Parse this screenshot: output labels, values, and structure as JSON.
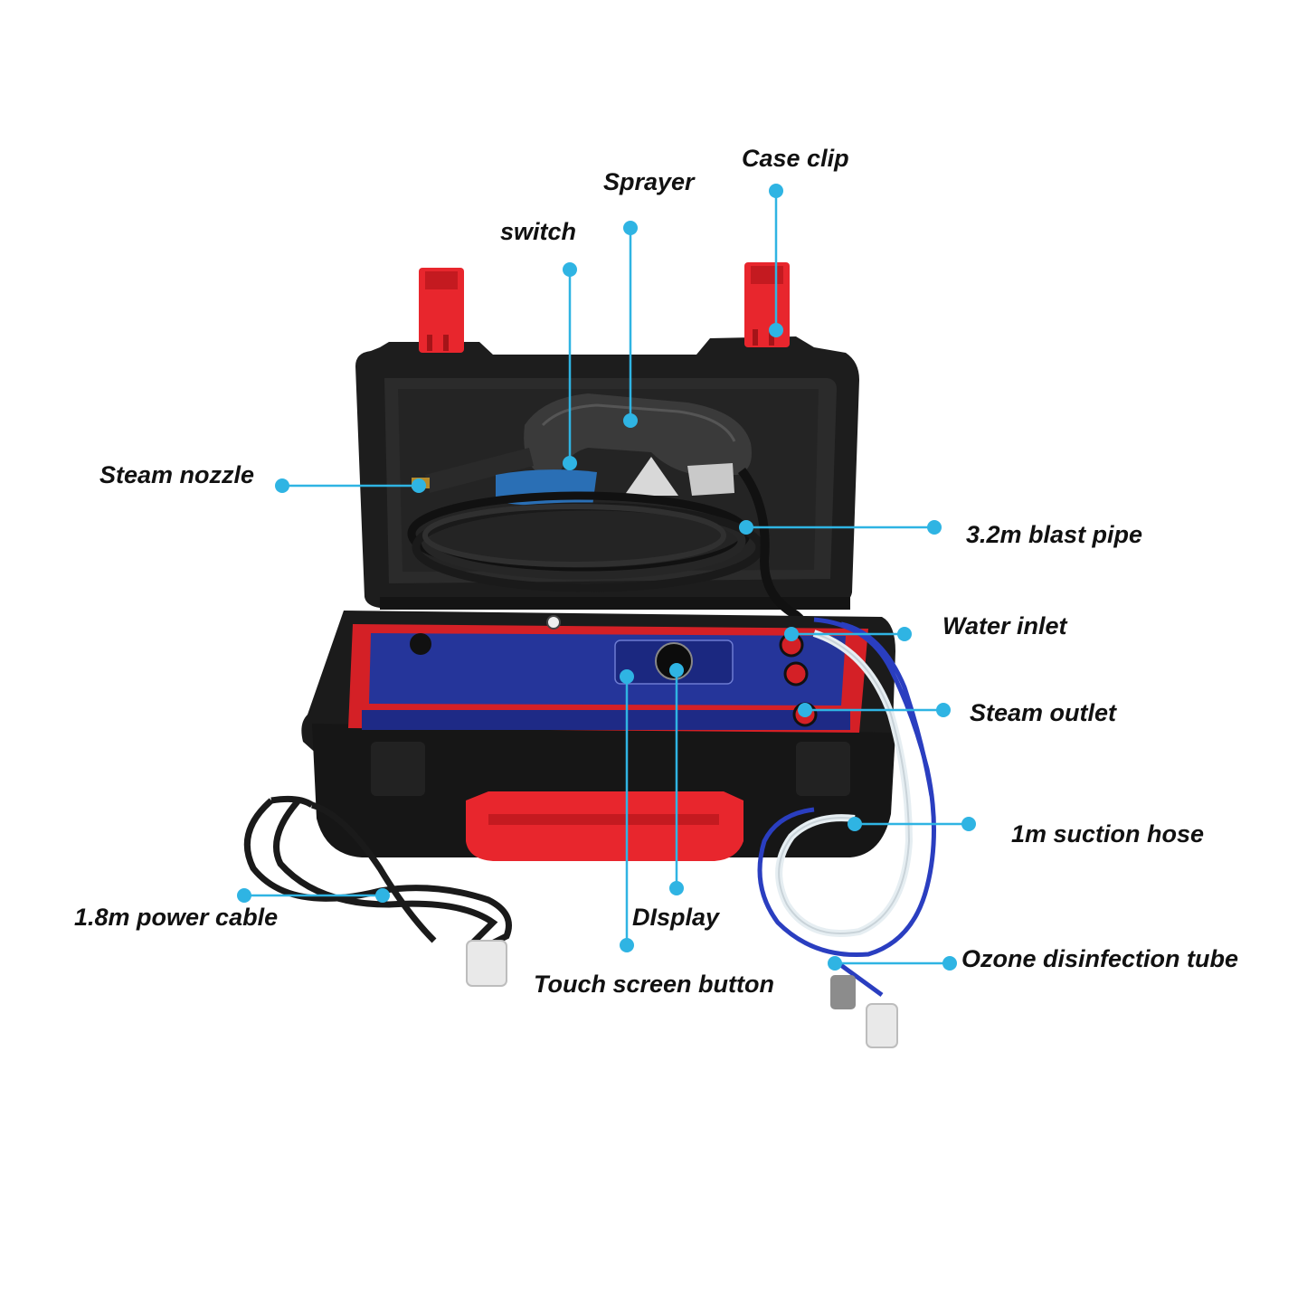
{
  "labels": {
    "case_clip": "Case clip",
    "sprayer": "Sprayer",
    "switch": "switch",
    "steam_nozzle": "Steam nozzle",
    "blast_pipe": "3.2m blast pipe",
    "water_inlet": "Water inlet",
    "steam_outlet": "Steam outlet",
    "suction_hose": "1m suction hose",
    "power_cable": "1.8m power cable",
    "display": "DIsplay",
    "ozone_tube": "Ozone disinfection tube",
    "touch_button": "Touch screen button"
  },
  "colors": {
    "callout": "#2fb4e3",
    "case_body": "#1b1b1b",
    "clip_red": "#e8262d",
    "panel_blue": "#25359a",
    "hose_blue": "#2a3ec0",
    "tube_white": "#e6eef2"
  }
}
